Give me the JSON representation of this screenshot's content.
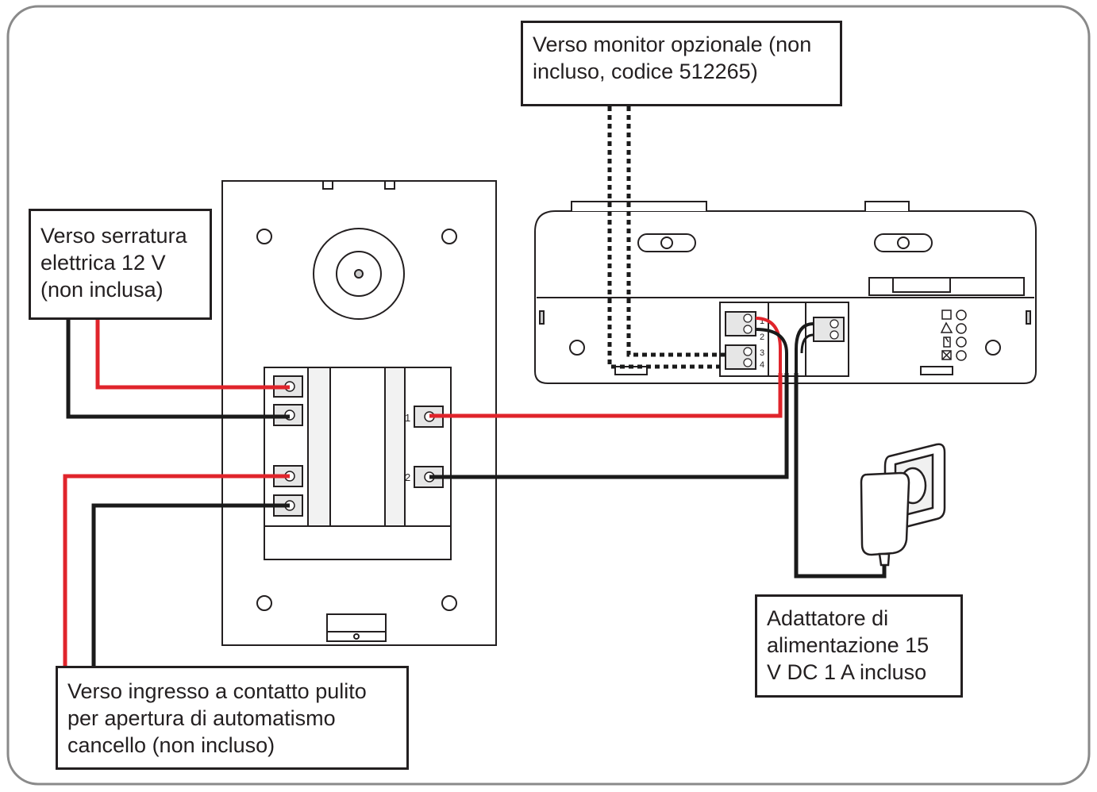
{
  "labels": {
    "monitor": [
      "Verso monitor opzionale (non",
      "incluso, codice 512265)"
    ],
    "lock": [
      "Verso serratura",
      "elettrica 12 V",
      "(non inclusa)"
    ],
    "adapter": [
      "Adattatore di",
      "alimentazione 15",
      "V DC 1 A incluso"
    ],
    "gate": [
      "Verso ingresso a contatto pulito",
      "per apertura di automatismo",
      "cancello (non incluso)"
    ]
  },
  "terminal_numbers": {
    "outdoor": [
      "1",
      "2"
    ],
    "monitor": [
      "1",
      "2",
      "3",
      "4"
    ]
  },
  "colors": {
    "wire_red": "#e0242b",
    "wire_black": "#1a1a1a",
    "outline": "#231f20",
    "panel_fill": "#ffffff",
    "terminal_fill": "#e6e6e6"
  },
  "icons": [
    "tamper-icon",
    "warning-icon",
    "lock-icon",
    "camera-icon"
  ]
}
